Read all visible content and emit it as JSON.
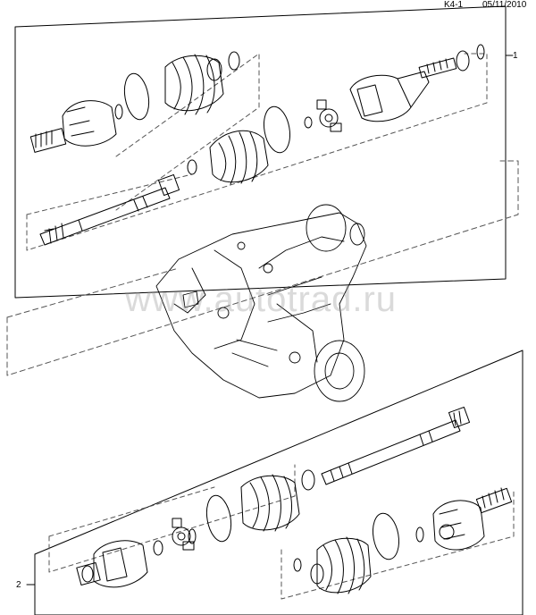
{
  "header": {
    "sheet_id": "K4-1",
    "date": "05/11/2010"
  },
  "callouts": [
    {
      "label": "1"
    },
    {
      "label": "2"
    }
  ],
  "watermark": "www.autotrad.ru",
  "colors": {
    "line": "#000000",
    "dash": "#555555",
    "background": "#ffffff"
  }
}
